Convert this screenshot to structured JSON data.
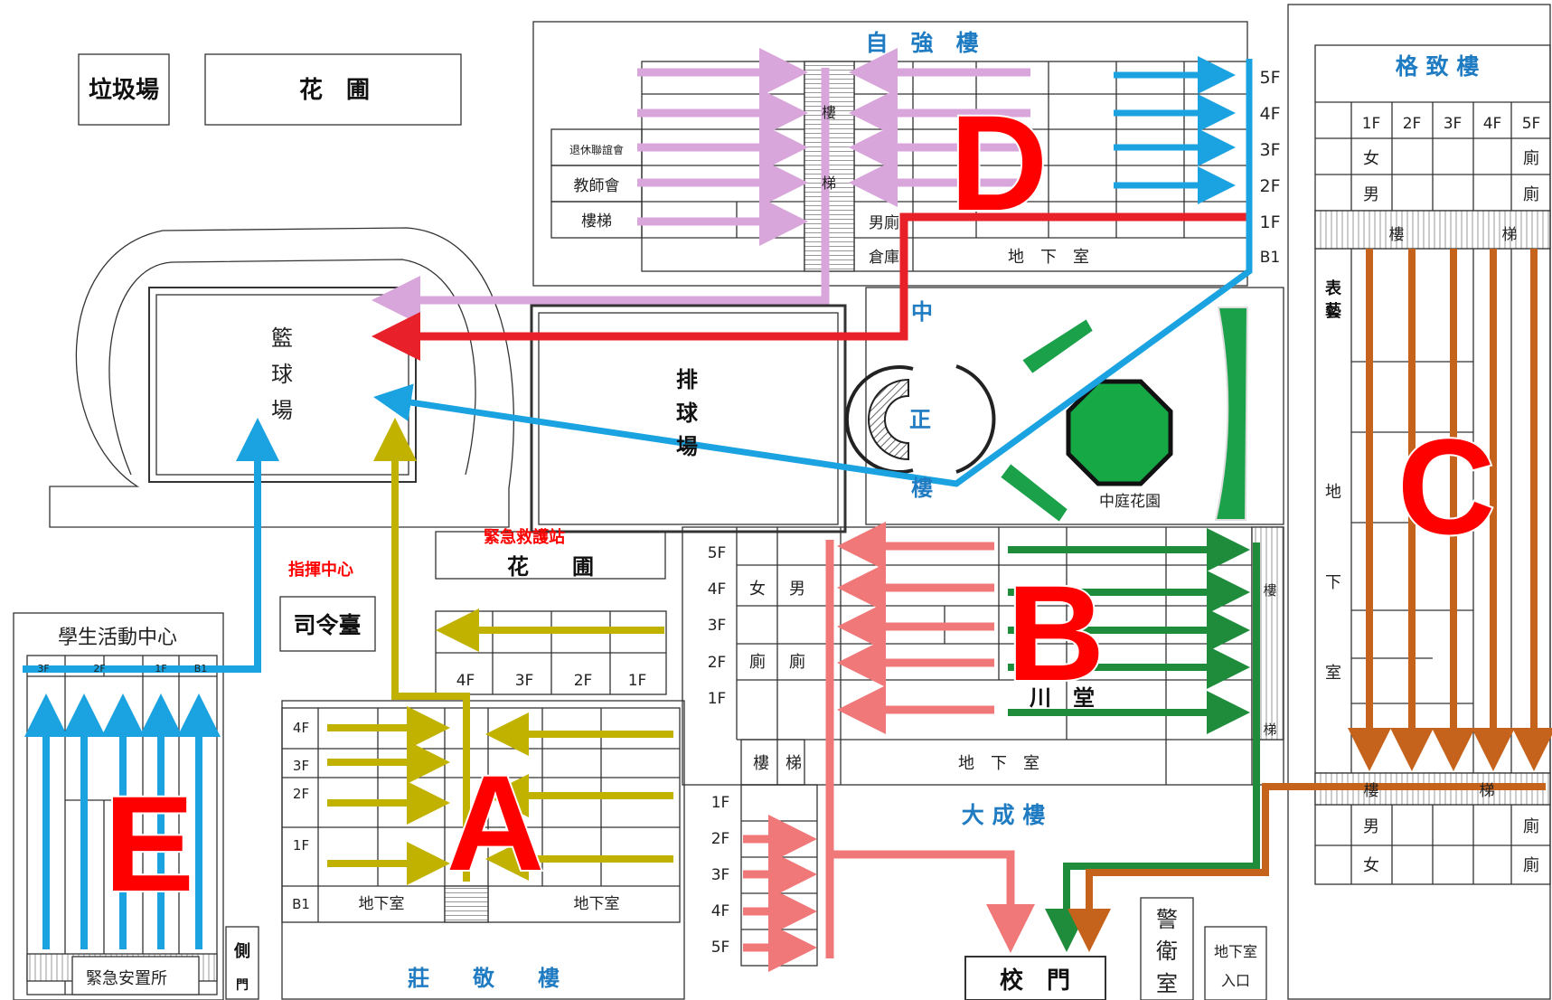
{
  "labels": {
    "garbage": "垃圾場",
    "garden_top": "花　圃",
    "garden_mid": "花　　圃",
    "basketball": [
      "籃",
      "球",
      "場"
    ],
    "volleyball": [
      "排",
      "球",
      "場"
    ],
    "zhongzheng": [
      "中",
      "正",
      "樓"
    ],
    "courtyard": "中庭花園",
    "command_center": "指揮中心",
    "first_aid": "緊急救護站",
    "platform": "司令臺",
    "student_center": "學生活動中心",
    "shelter": "緊急安置所",
    "side_gate": [
      "側",
      "門"
    ],
    "school_gate": "校　門",
    "guard": [
      "警",
      "衛",
      "室"
    ],
    "basement_entry": [
      "地下室",
      "入口"
    ],
    "stairs_word": "樓",
    "stairs_word2": "梯",
    "stairs": "樓梯",
    "stairs_spaced": "樓　梯",
    "performing": [
      "表",
      "藝"
    ],
    "chuan_tang": "川　堂",
    "female": "女",
    "male": "男",
    "toilet": "廁",
    "male_toilet": "男廁",
    "storage": "倉庫",
    "retired": "退休聯誼會",
    "teachers": "教師會"
  },
  "buildings": {
    "zi_qiang": {
      "name": "自　強　樓",
      "floors": [
        "5F",
        "4F",
        "3F",
        "2F",
        "1F",
        "B1"
      ],
      "basement": "地　下　室"
    },
    "ge_zhi": {
      "name": "格 致 樓",
      "floors": [
        "1F",
        "2F",
        "3F",
        "4F",
        "5F"
      ],
      "basement": [
        "地",
        "下",
        "室"
      ]
    },
    "da_cheng": {
      "name": "大 成 樓",
      "floors_top": [
        "5F",
        "4F",
        "3F",
        "2F",
        "1F"
      ],
      "floors_bottom": [
        "1F",
        "2F",
        "3F",
        "4F",
        "5F"
      ],
      "basement": "地　下　室"
    },
    "zhuang_jing": {
      "name": "莊　　敬　　樓",
      "floors": [
        "4F",
        "3F",
        "2F",
        "1F",
        "B1"
      ],
      "basement": "地下室",
      "upper_floors": [
        "4F",
        "3F",
        "2F",
        "1F"
      ]
    },
    "student_floors": [
      "3F",
      "2F",
      "1F",
      "B1"
    ]
  },
  "zones": [
    "A",
    "B",
    "C",
    "D",
    "E"
  ],
  "colors": {
    "a": "#c2b200",
    "b": "#1e8c3a",
    "c": "#c5621b",
    "d_pink": "#d9a6dc",
    "d_red": "#e8202a",
    "d_blue": "#1aa3e0",
    "e": "#1aa3e0",
    "b_pink": "#f07878",
    "green": "#1aa14a",
    "zone_label": "#ff0000"
  }
}
